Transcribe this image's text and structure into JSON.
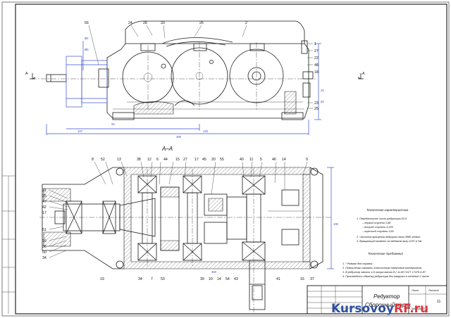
{
  "top_view": {
    "dims": {
      "overall_length": "490",
      "left_offset": "107",
      "mid_offset": "120",
      "height_right": "50",
      "side_small": "25",
      "bottom_small": "26",
      "bore_a": "Ø4",
      "bore_b": "Ø5"
    },
    "callouts": [
      "56",
      "24",
      "28",
      "33",
      "26",
      "2",
      "1",
      "27",
      "22",
      "48",
      "18",
      "23",
      "25"
    ],
    "section_mark": "A"
  },
  "section": {
    "title": "A–A",
    "callouts_top": [
      "8",
      "52",
      "13",
      "38",
      "12",
      "6",
      "44",
      "15",
      "27",
      "17",
      "45",
      "20",
      "55",
      "40",
      "11",
      "5",
      "46",
      "14",
      "9"
    ],
    "callouts_left": [
      "21",
      "35",
      "47",
      "42",
      "17",
      "51",
      "16",
      "36",
      "50",
      "34"
    ],
    "callouts_bottom": [
      "19",
      "34",
      "7",
      "53",
      "39",
      "10",
      "14",
      "54",
      "43",
      "41",
      "16",
      "37"
    ],
    "dims": {
      "width": "360",
      "right_h": "190"
    }
  },
  "specs": {
    "title": "Техническая характеристика",
    "items": [
      "1. Передаточное число редуктора 53,9",
      "– первой ступени 3,98",
      "– второй ступени 4,205",
      "– третьей ступени 3,90",
      "2. Частота вращения ведущего вала 2880 об/мин",
      "3. Вращающий момент на ведомом валу 2297,4 Нм"
    ]
  },
  "requirements": {
    "title": "Технические требования",
    "items": [
      "1. * Размер для справок.",
      "2. Подшипники смазать пластичным смазочным материалом.",
      "3. В редуктор залить 4,5 литра масла И-Г-А-68 ГОСТ 17479.4-87.",
      "4. Производить обкатку редуктора без нагрузки в течение 2 часов."
    ]
  },
  "title_block": {
    "name_line1": "Редуктор",
    "name_line2": "Сборочный черт.",
    "sheet_label": "Лист",
    "sheets_label": "Листов",
    "sheet_number": "11",
    "scale_label": "Масштаб"
  },
  "watermark": {
    "brand": "Kursovoy",
    "suffix": "RF.ru"
  },
  "colors": {
    "line": "#1a1a1a",
    "dimension": "#3b4fd6",
    "watermark_blue": "#2e4f9c",
    "watermark_red": "#d9363e"
  }
}
